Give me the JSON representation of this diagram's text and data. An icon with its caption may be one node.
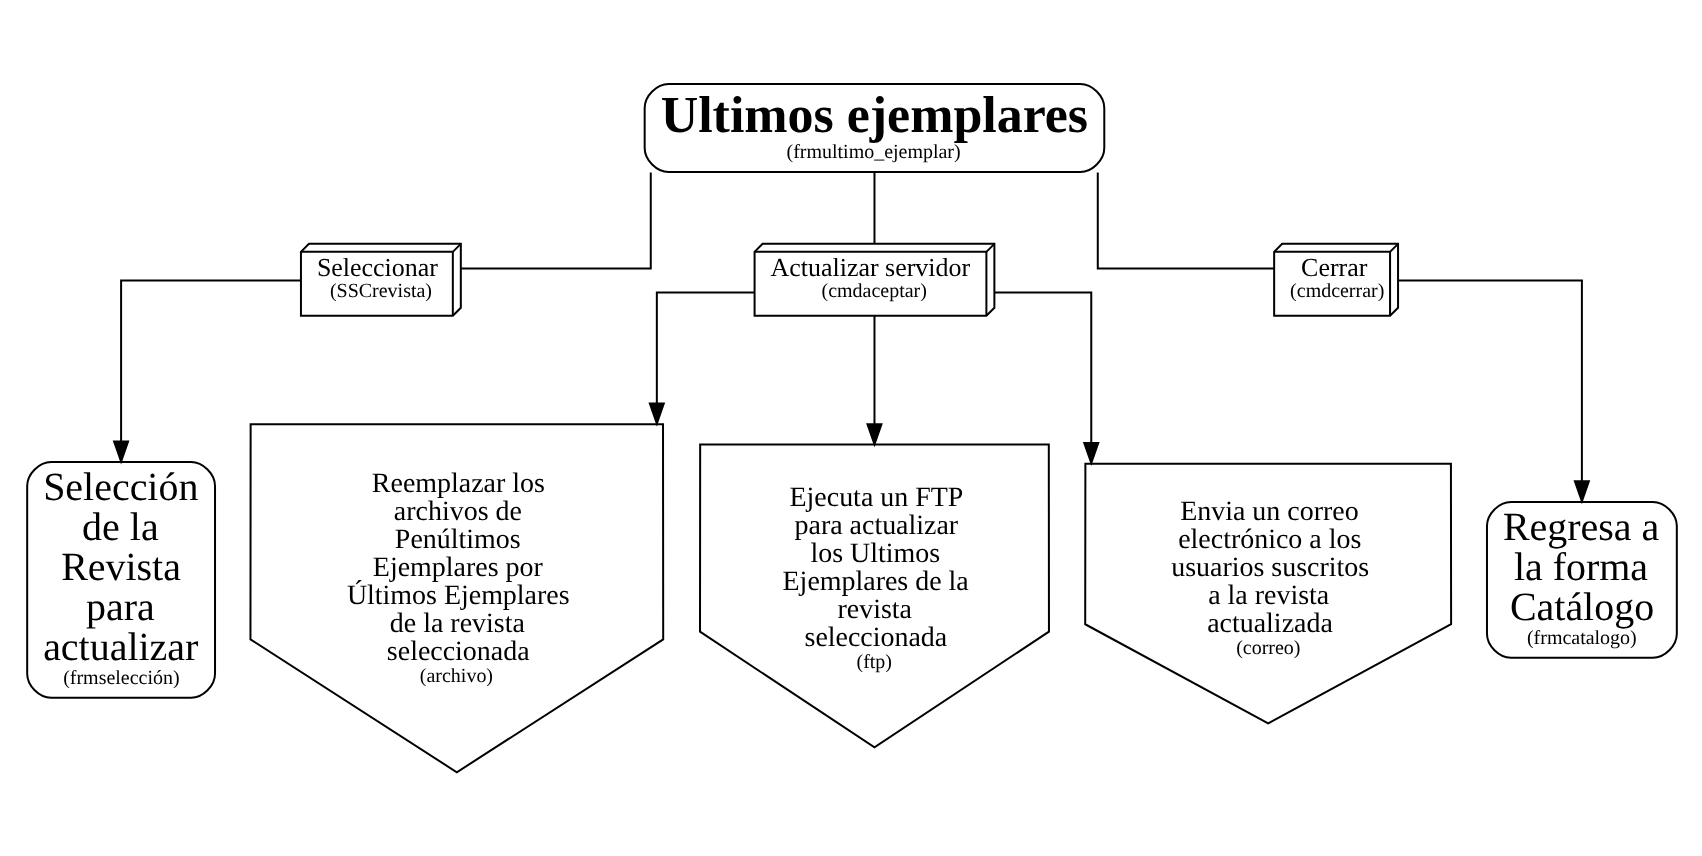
{
  "diagram": {
    "nodes": [
      {
        "text": [
          "Ultimos ejemplares",
          "(frmultimo_ejemplar)"
        ]
      },
      {
        "text": [
          "Seleccionar",
          "(SSCrevista)"
        ]
      },
      {
        "text": [
          "Actualizar servidor",
          "(cmdaceptar)"
        ]
      },
      {
        "text": [
          "Cerrar",
          "(cmdcerrar)"
        ]
      },
      {
        "text": [
          "Selección de la Revista para actualizar",
          "(frmselección)"
        ]
      },
      {
        "text": [
          "Reemplazar los archivos de Penúltimos Ejemplares por Últimos Ejemplares de la revista seleccionada",
          "(archivo)"
        ]
      },
      {
        "text": [
          "Ejecuta un FTP para actualizar los Ultimos Ejemplares de la revista seleccionada",
          "(ftp)"
        ]
      },
      {
        "text": [
          "Envia un correo electrónico a los usuarios suscritos a la revista actualizada",
          "(correo)"
        ]
      },
      {
        "text": [
          "Regresa a la forma Catálogo",
          "(frmcatalogo)"
        ]
      }
    ],
    "edges": [
      {
        "from": 0,
        "to": 1,
        "arrow": "none"
      },
      {
        "from": 0,
        "to": 2,
        "arrow": "none"
      },
      {
        "from": 0,
        "to": 3,
        "arrow": "none"
      },
      {
        "from": 1,
        "to": 4,
        "arrow": "to"
      },
      {
        "from": 2,
        "to": 5,
        "arrow": "to"
      },
      {
        "from": 2,
        "to": 6,
        "arrow": "to"
      },
      {
        "from": 2,
        "to": 7,
        "arrow": "to"
      },
      {
        "from": 3,
        "to": 8,
        "arrow": "to"
      }
    ]
  }
}
